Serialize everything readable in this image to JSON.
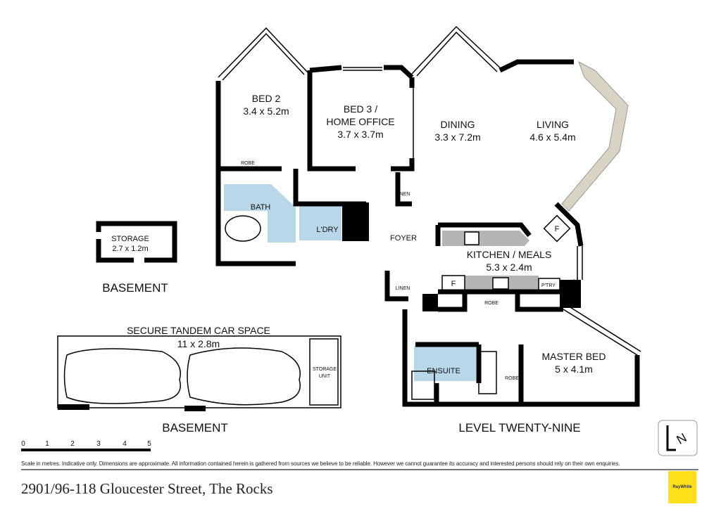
{
  "rooms": {
    "bed2": {
      "name": "BED 2",
      "size": "3.4 x 5.2m"
    },
    "bed3": {
      "name1": "BED 3 /",
      "name2": "HOME OFFICE",
      "size": "3.7 x 3.7m"
    },
    "dining": {
      "name": "DINING",
      "size": "3.3 x 7.2m"
    },
    "living": {
      "name": "LIVING",
      "size": "4.6 x 5.4m"
    },
    "kitchen": {
      "name": "KITCHEN / MEALS",
      "size": "5.3 x 2.4m"
    },
    "master": {
      "name": "MASTER BED",
      "size": "5 x 4.1m"
    },
    "storage": {
      "name": "STORAGE",
      "size": "2.7 x 1.2m"
    },
    "car": {
      "name": "SECURE TANDEM CAR SPACE",
      "size": "11 x 2.8m"
    }
  },
  "small_labels": {
    "robe": "ROBE",
    "bath": "BATH",
    "laundry": "L'DRY",
    "linen": "LINEN",
    "foyer": "FOYER",
    "fridge": "F",
    "pantry": "P'TRY",
    "ensuite": "ENSUITE",
    "storage_unit1": "STORAGE",
    "storage_unit2": "UNIT"
  },
  "levels": {
    "basement": "BASEMENT",
    "main": "LEVEL TWENTY-NINE"
  },
  "scale": {
    "ticks": [
      "0",
      "1",
      "2",
      "3",
      "4",
      "5"
    ],
    "unit": "metres"
  },
  "compass": {
    "label": "N"
  },
  "footer": {
    "disclaimer": "Scale in metres. Indicative only. Dimensions are approximate. All information contained herein is gathered from sources we believe to be reliable. However we cannot guarantee its accuracy and interested persons should rely on their own enquiries.",
    "address": "2901/96-118 Gloucester Street, The Rocks",
    "logo": "RayWhite"
  },
  "colors": {
    "wall": "#000000",
    "wet": "#b8d8ea",
    "bench": "#b5b5b5",
    "balcony": "#d8d3c2",
    "logo": "#ffe01b"
  }
}
